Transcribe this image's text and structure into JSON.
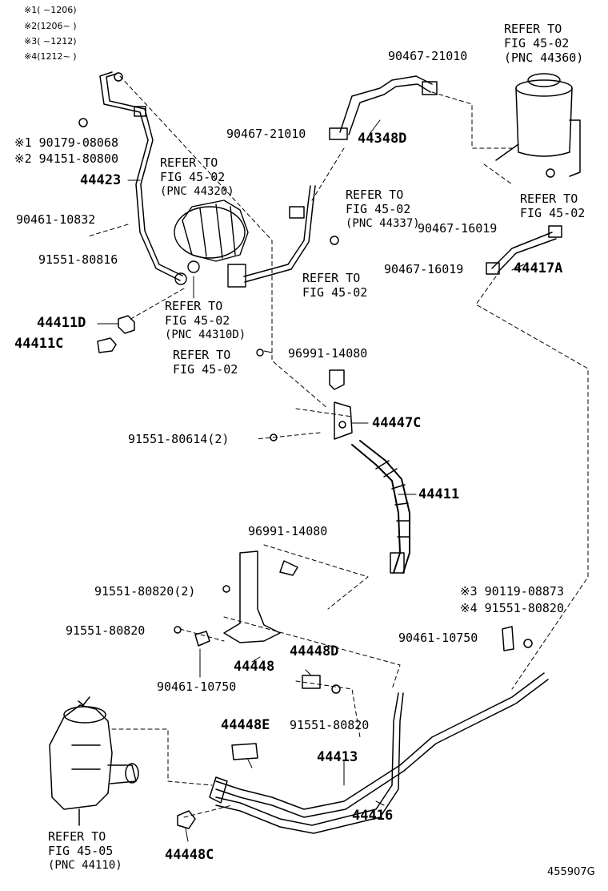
{
  "legend": [
    {
      "mark": "※1",
      "range": "(      ~1206)"
    },
    {
      "mark": "※2",
      "range": "(1206~      )"
    },
    {
      "mark": "※3",
      "range": "(      ~1212)"
    },
    {
      "mark": "※4",
      "range": "(1212~      )"
    }
  ],
  "parts": {
    "p90467_21010_top": "90467-21010",
    "p90467_21010_mid": "90467-21010",
    "p44348D": "44348D",
    "p90179_08068": "※1 90179-08068",
    "p94151_80800": "※2 94151-80800",
    "p44423": "44423",
    "p90461_10832": "90461-10832",
    "p91551_80816": "91551-80816",
    "p44411D": "44411D",
    "p44411C": "44411C",
    "p90467_16019_a": "90467-16019",
    "p90467_16019_b": "90467-16019",
    "p44417A": "44417A",
    "p96991_14080_a": "96991-14080",
    "p44447C": "44447C",
    "p91551_80614": "91551-80614(2)",
    "p44411": "44411",
    "p96991_14080_b": "96991-14080",
    "p91551_80820_2": "91551-80820(2)",
    "p91551_80820_a": "91551-80820",
    "p44448": "44448",
    "p44448D": "44448D",
    "p90461_10750_a": "90461-10750",
    "p90119_08873": "※3 90119-08873",
    "p91551_80820_b": "※4 91551-80820",
    "p90461_10750_b": "90461-10750",
    "p44448E": "44448E",
    "p91551_80820_c": "91551-80820",
    "p44413": "44413",
    "p44416": "44416",
    "p44448C": "44448C"
  },
  "refs": {
    "r44360": [
      "REFER TO",
      "FIG 45-02",
      "(PNC 44360)"
    ],
    "r44320": [
      "REFER TO",
      "FIG 45-02",
      "(PNC 44320)"
    ],
    "r44337": [
      "REFER TO",
      "FIG 45-02",
      "(PNC 44337)"
    ],
    "rRight": [
      "REFER TO",
      "FIG 45-02"
    ],
    "rMid": [
      "REFER TO",
      "FIG 45-02"
    ],
    "r44310D": [
      "REFER TO",
      "FIG 45-02",
      "(PNC 44310D)"
    ],
    "rLow": [
      "REFER TO",
      "FIG 45-02"
    ],
    "r44110": [
      "REFER TO",
      "FIG 45-05",
      "(PNC 44110)"
    ]
  },
  "code": "455907G"
}
